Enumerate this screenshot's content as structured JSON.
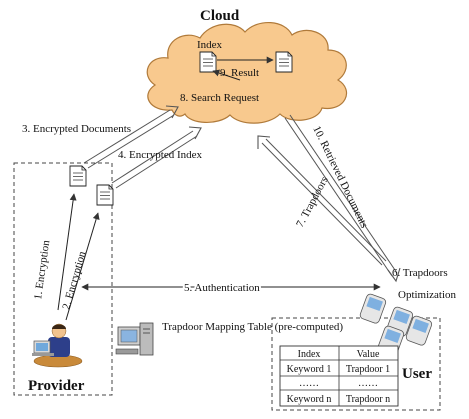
{
  "nodes": {
    "cloud": "Cloud",
    "index": "Index",
    "provider": "Provider",
    "user": "User"
  },
  "edges": {
    "e1": "1. Encryption",
    "e2": "2. Encryption",
    "e3": "3. Encrypted Documents",
    "e4": "4. Encrypted Index",
    "e5": "5. Authentication",
    "e6_line1": "6. Trapdoors",
    "e6_line2": "Optimization",
    "e7": "7. Trapdoors",
    "e8": "8. Search Request",
    "e9": "9. Result",
    "e10": "10. Retrieved Documents"
  },
  "mapping_table": {
    "title": "Trapdoor Mapping Table (pre-computed)",
    "headers": [
      "Index",
      "Value"
    ],
    "rows": [
      [
        "Keyword 1",
        "Trapdoor 1"
      ],
      [
        "……",
        "……"
      ],
      [
        "Keyword n",
        "Trapdoor n"
      ]
    ]
  },
  "colors": {
    "cloud_fill": "#f8c98e",
    "cloud_stroke": "#b07a3a",
    "line": "#333333"
  },
  "icons": [
    "document-icon",
    "computer-icon",
    "person-at-laptop-icon",
    "mobile-phone-icon"
  ]
}
